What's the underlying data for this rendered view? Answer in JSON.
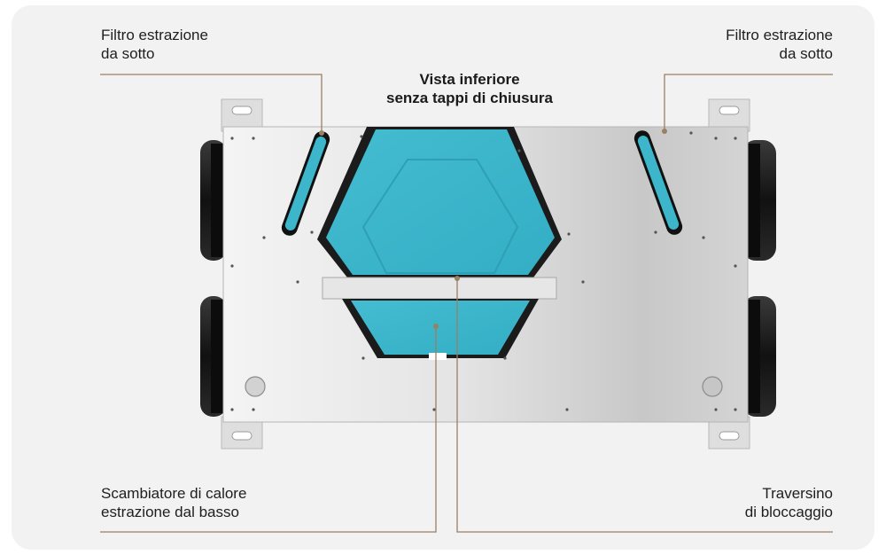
{
  "title": {
    "line1": "Vista inferiore",
    "line2": "senza tappi di chiusura"
  },
  "callouts": {
    "top_left": {
      "line1": "Filtro estrazione",
      "line2": "da sotto"
    },
    "top_right": {
      "line1": "Filtro estrazione",
      "line2": "da sotto"
    },
    "bottom_left": {
      "line1": "Scambiatore di calore",
      "line2": "estrazione dal basso"
    },
    "bottom_right": {
      "line1": "Traversino",
      "line2": "di bloccaggio"
    }
  },
  "colors": {
    "background": "#f2f2f2",
    "leader_line": "#9a7f63",
    "exchanger": "#3db6cc",
    "panel": "#dcdcdc",
    "duct": "#1c1c1c"
  }
}
